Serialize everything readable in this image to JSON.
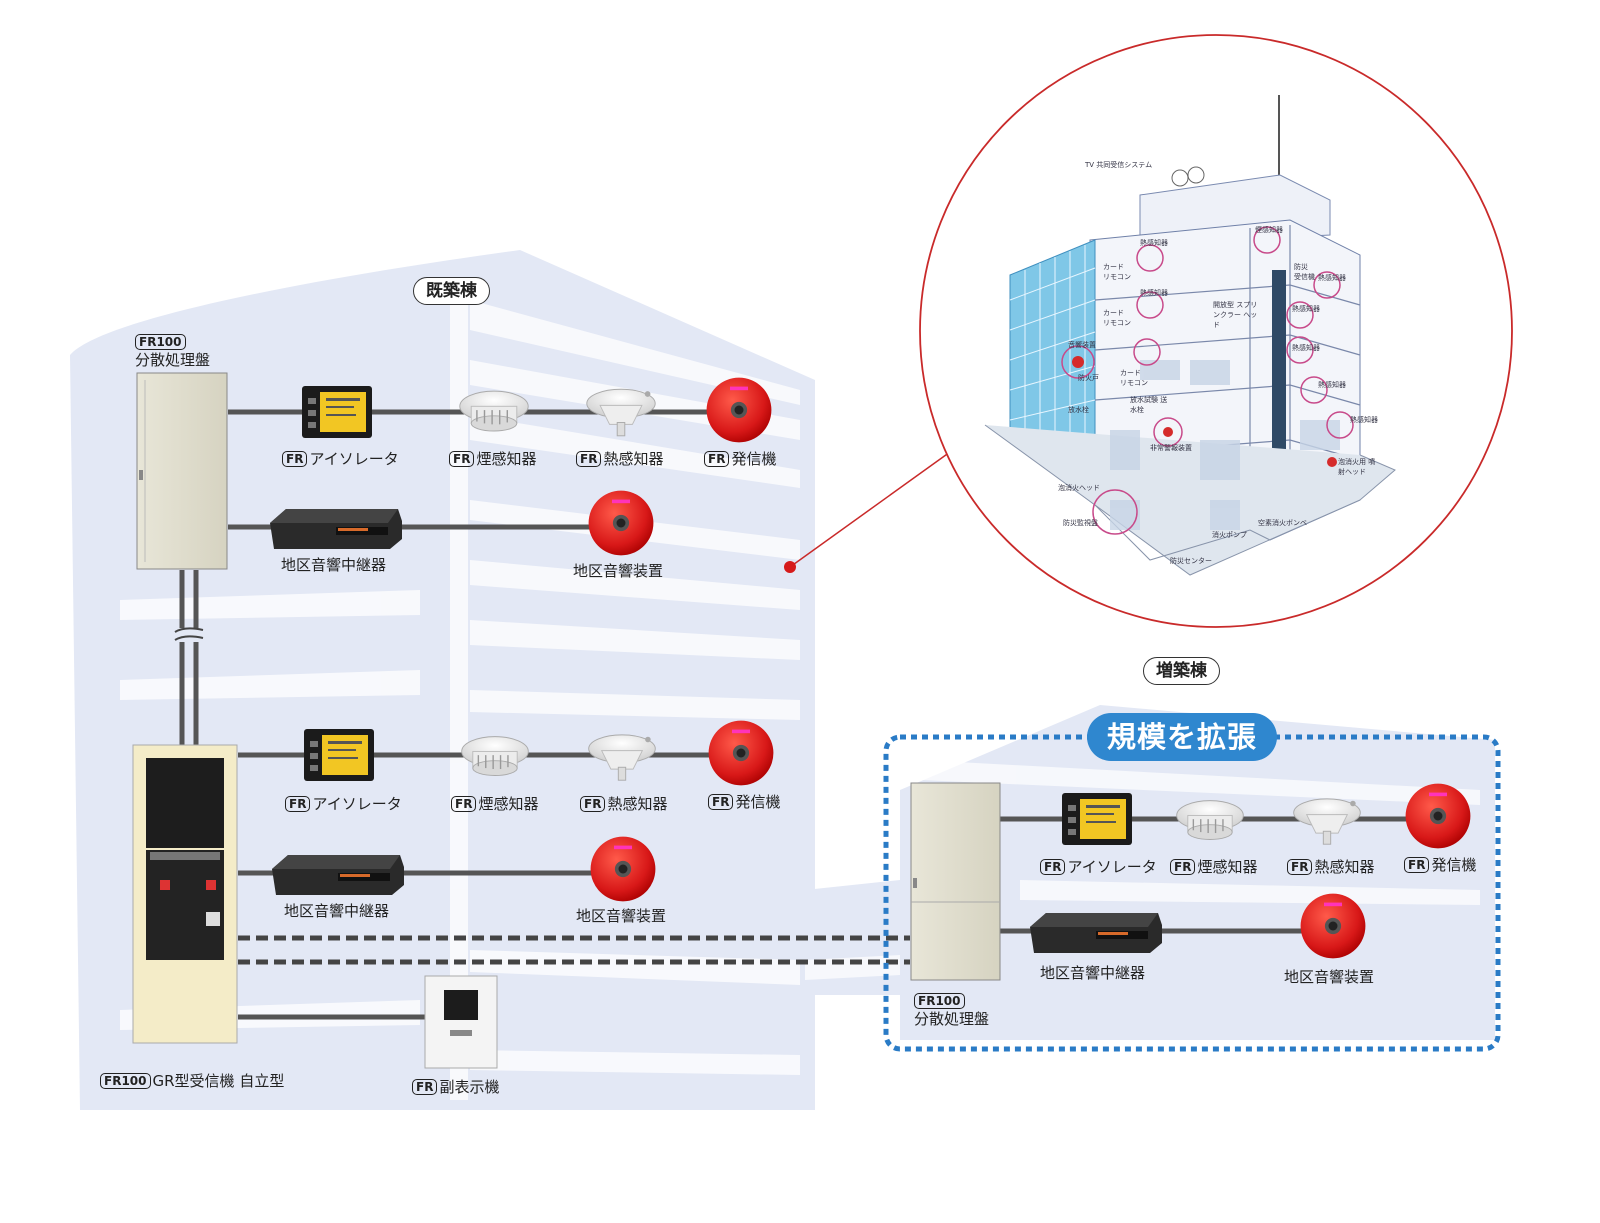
{
  "buildings": {
    "existing_label": "既築棟",
    "extension_label": "増築棟",
    "expand_label": "規模を拡張"
  },
  "fr_badge": "FR",
  "fr100_badge": "FR100",
  "existing_top": {
    "panel_label": "分散処理盤",
    "isolator": "アイソレータ",
    "smoke": "煙感知器",
    "heat": "熱感知器",
    "transmitter": "発信機",
    "relay": "地区音響中継器",
    "bell": "地区音響装置"
  },
  "existing_bottom": {
    "receiver_label": "GR型受信機 自立型",
    "isolator": "アイソレータ",
    "smoke": "煙感知器",
    "heat": "熱感知器",
    "transmitter": "発信機",
    "relay": "地区音響中継器",
    "bell": "地区音響装置",
    "sub_display": "副表示機"
  },
  "extension": {
    "panel_label": "分散処理盤",
    "isolator": "アイソレータ",
    "smoke": "煙感知器",
    "heat": "熱感知器",
    "transmitter": "発信機",
    "relay": "地区音響中継器",
    "bell": "地区音響装置"
  },
  "inset": {
    "labels": [
      {
        "id": "tv",
        "text": "TV 共同受信システム"
      },
      {
        "id": "smoke1",
        "text": "煙感知器"
      },
      {
        "id": "heat1",
        "text": "熱感知器"
      },
      {
        "id": "card1",
        "text": "カード リモコン"
      },
      {
        "id": "recv",
        "text": "防災 受信機"
      },
      {
        "id": "heat2",
        "text": "熱感知器"
      },
      {
        "id": "heat3",
        "text": "熱感知器"
      },
      {
        "id": "spr",
        "text": "開放型 スプリンクラー ヘッド"
      },
      {
        "id": "card2",
        "text": "カード リモコン"
      },
      {
        "id": "heat4",
        "text": "熱感知器"
      },
      {
        "id": "heat5",
        "text": "熱感知器"
      },
      {
        "id": "sound",
        "text": "音響装置"
      },
      {
        "id": "door",
        "text": "防火戸"
      },
      {
        "id": "card3",
        "text": "カード リモコン"
      },
      {
        "id": "test",
        "text": "放水試験 送水栓"
      },
      {
        "id": "heat6",
        "text": "熱感知器"
      },
      {
        "id": "heat7",
        "text": "熱感知器"
      },
      {
        "id": "outlet",
        "text": "放水栓"
      },
      {
        "id": "emerg",
        "text": "非常警報装置"
      },
      {
        "id": "foam",
        "text": "泡消火用 噴射ヘッド"
      },
      {
        "id": "head",
        "text": "泡消火ヘッド"
      },
      {
        "id": "ctrl",
        "text": "防災監視盤"
      },
      {
        "id": "pump",
        "text": "消火ポンプ"
      },
      {
        "id": "co2",
        "text": "空素消火ボンベ"
      },
      {
        "id": "center",
        "text": "防災センター"
      }
    ]
  }
}
